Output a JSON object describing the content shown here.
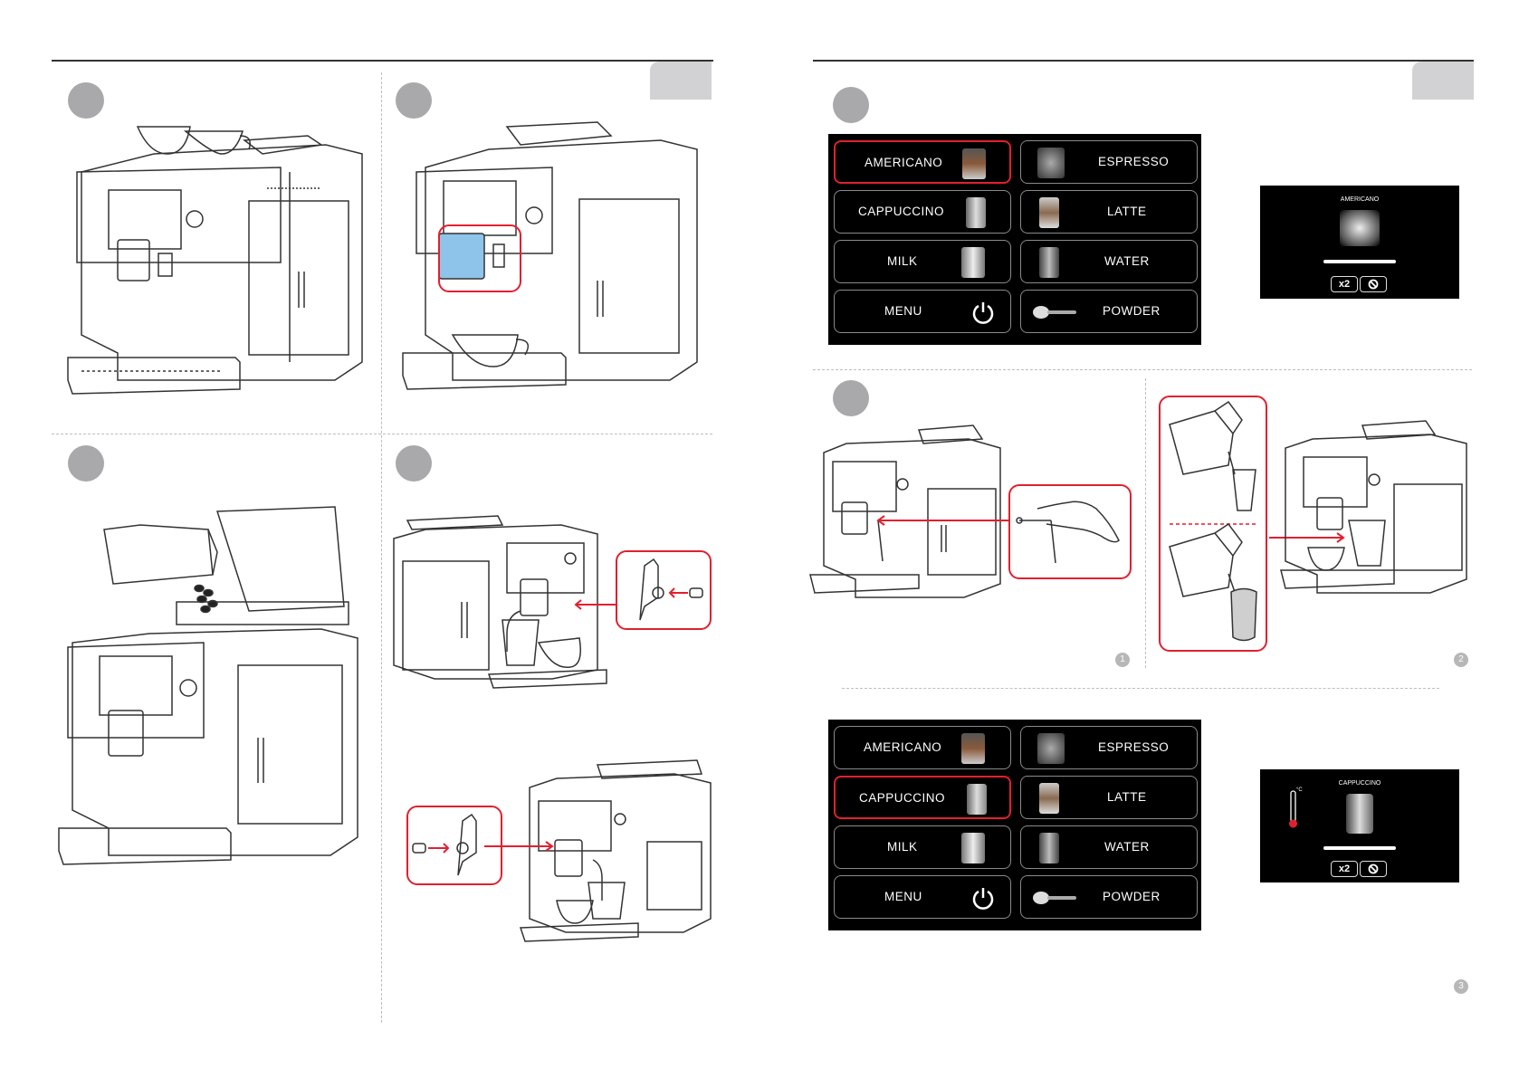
{
  "menu_panel_1": {
    "items": [
      {
        "label": "AMERICANO",
        "selected": true
      },
      {
        "label": "ESPRESSO",
        "selected": false
      },
      {
        "label": "CAPPUCCINO",
        "selected": false
      },
      {
        "label": "LATTE",
        "selected": false
      },
      {
        "label": "MILK",
        "selected": false
      },
      {
        "label": "WATER",
        "selected": false
      },
      {
        "label": "MENU",
        "selected": false
      },
      {
        "label": "POWDER",
        "selected": false
      }
    ]
  },
  "menu_panel_2": {
    "items": [
      {
        "label": "AMERICANO",
        "selected": false
      },
      {
        "label": "ESPRESSO",
        "selected": false
      },
      {
        "label": "CAPPUCCINO",
        "selected": true
      },
      {
        "label": "LATTE",
        "selected": false
      },
      {
        "label": "MILK",
        "selected": false
      },
      {
        "label": "WATER",
        "selected": false
      },
      {
        "label": "MENU",
        "selected": false
      },
      {
        "label": "POWDER",
        "selected": false
      }
    ]
  },
  "brew_screen_1": {
    "title": "AMERICANO",
    "double_label": "x2"
  },
  "brew_screen_2": {
    "title": "CAPPUCCINO",
    "double_label": "x2",
    "temp_unit": "°C"
  },
  "page_numbers": {
    "sub_1": "1",
    "sub_2": "2",
    "sub_3": "3"
  },
  "colors": {
    "highlight": "#e1202f",
    "spout_highlight": "#8fc4ea",
    "step_dot": "#a9a9ab",
    "tab": "#d2d2d4"
  },
  "icons": [
    "power-icon",
    "cancel-icon",
    "thermometer-icon",
    "arrow-icon",
    "coffee-beans-icon"
  ]
}
